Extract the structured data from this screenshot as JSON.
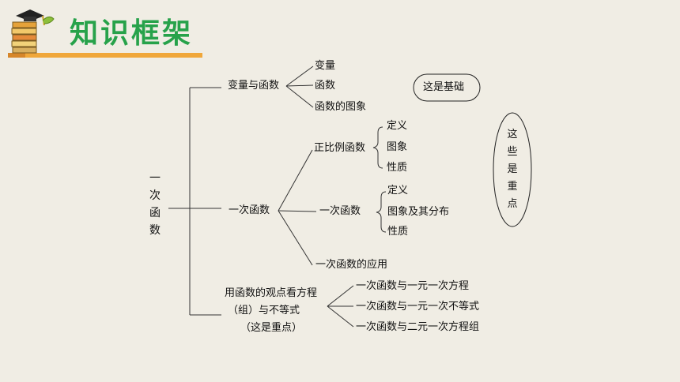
{
  "title": "知识框架",
  "root": "一次函数",
  "branches": {
    "b1": {
      "label": "变量与函数",
      "children": [
        "变量",
        "函数",
        "函数的图象"
      ]
    },
    "b2": {
      "label": "一次函数",
      "sub1": {
        "label": "正比例函数",
        "children": [
          "定义",
          "图象",
          "性质"
        ]
      },
      "sub2": {
        "label": "一次函数",
        "children": [
          "定义",
          "图象及其分布",
          "性质"
        ]
      },
      "sub3": {
        "label": "一次函数的应用"
      }
    },
    "b3": {
      "line1": "用函数的观点看方程",
      "line2": "（组）与不等式",
      "line3": "（这是重点）",
      "children": [
        "一次函数与一元一次方程",
        "一次函数与一元一次不等式",
        "一次函数与二元一次方程组"
      ]
    }
  },
  "notes": {
    "basic": "这是基础",
    "key": "这些是重点"
  }
}
